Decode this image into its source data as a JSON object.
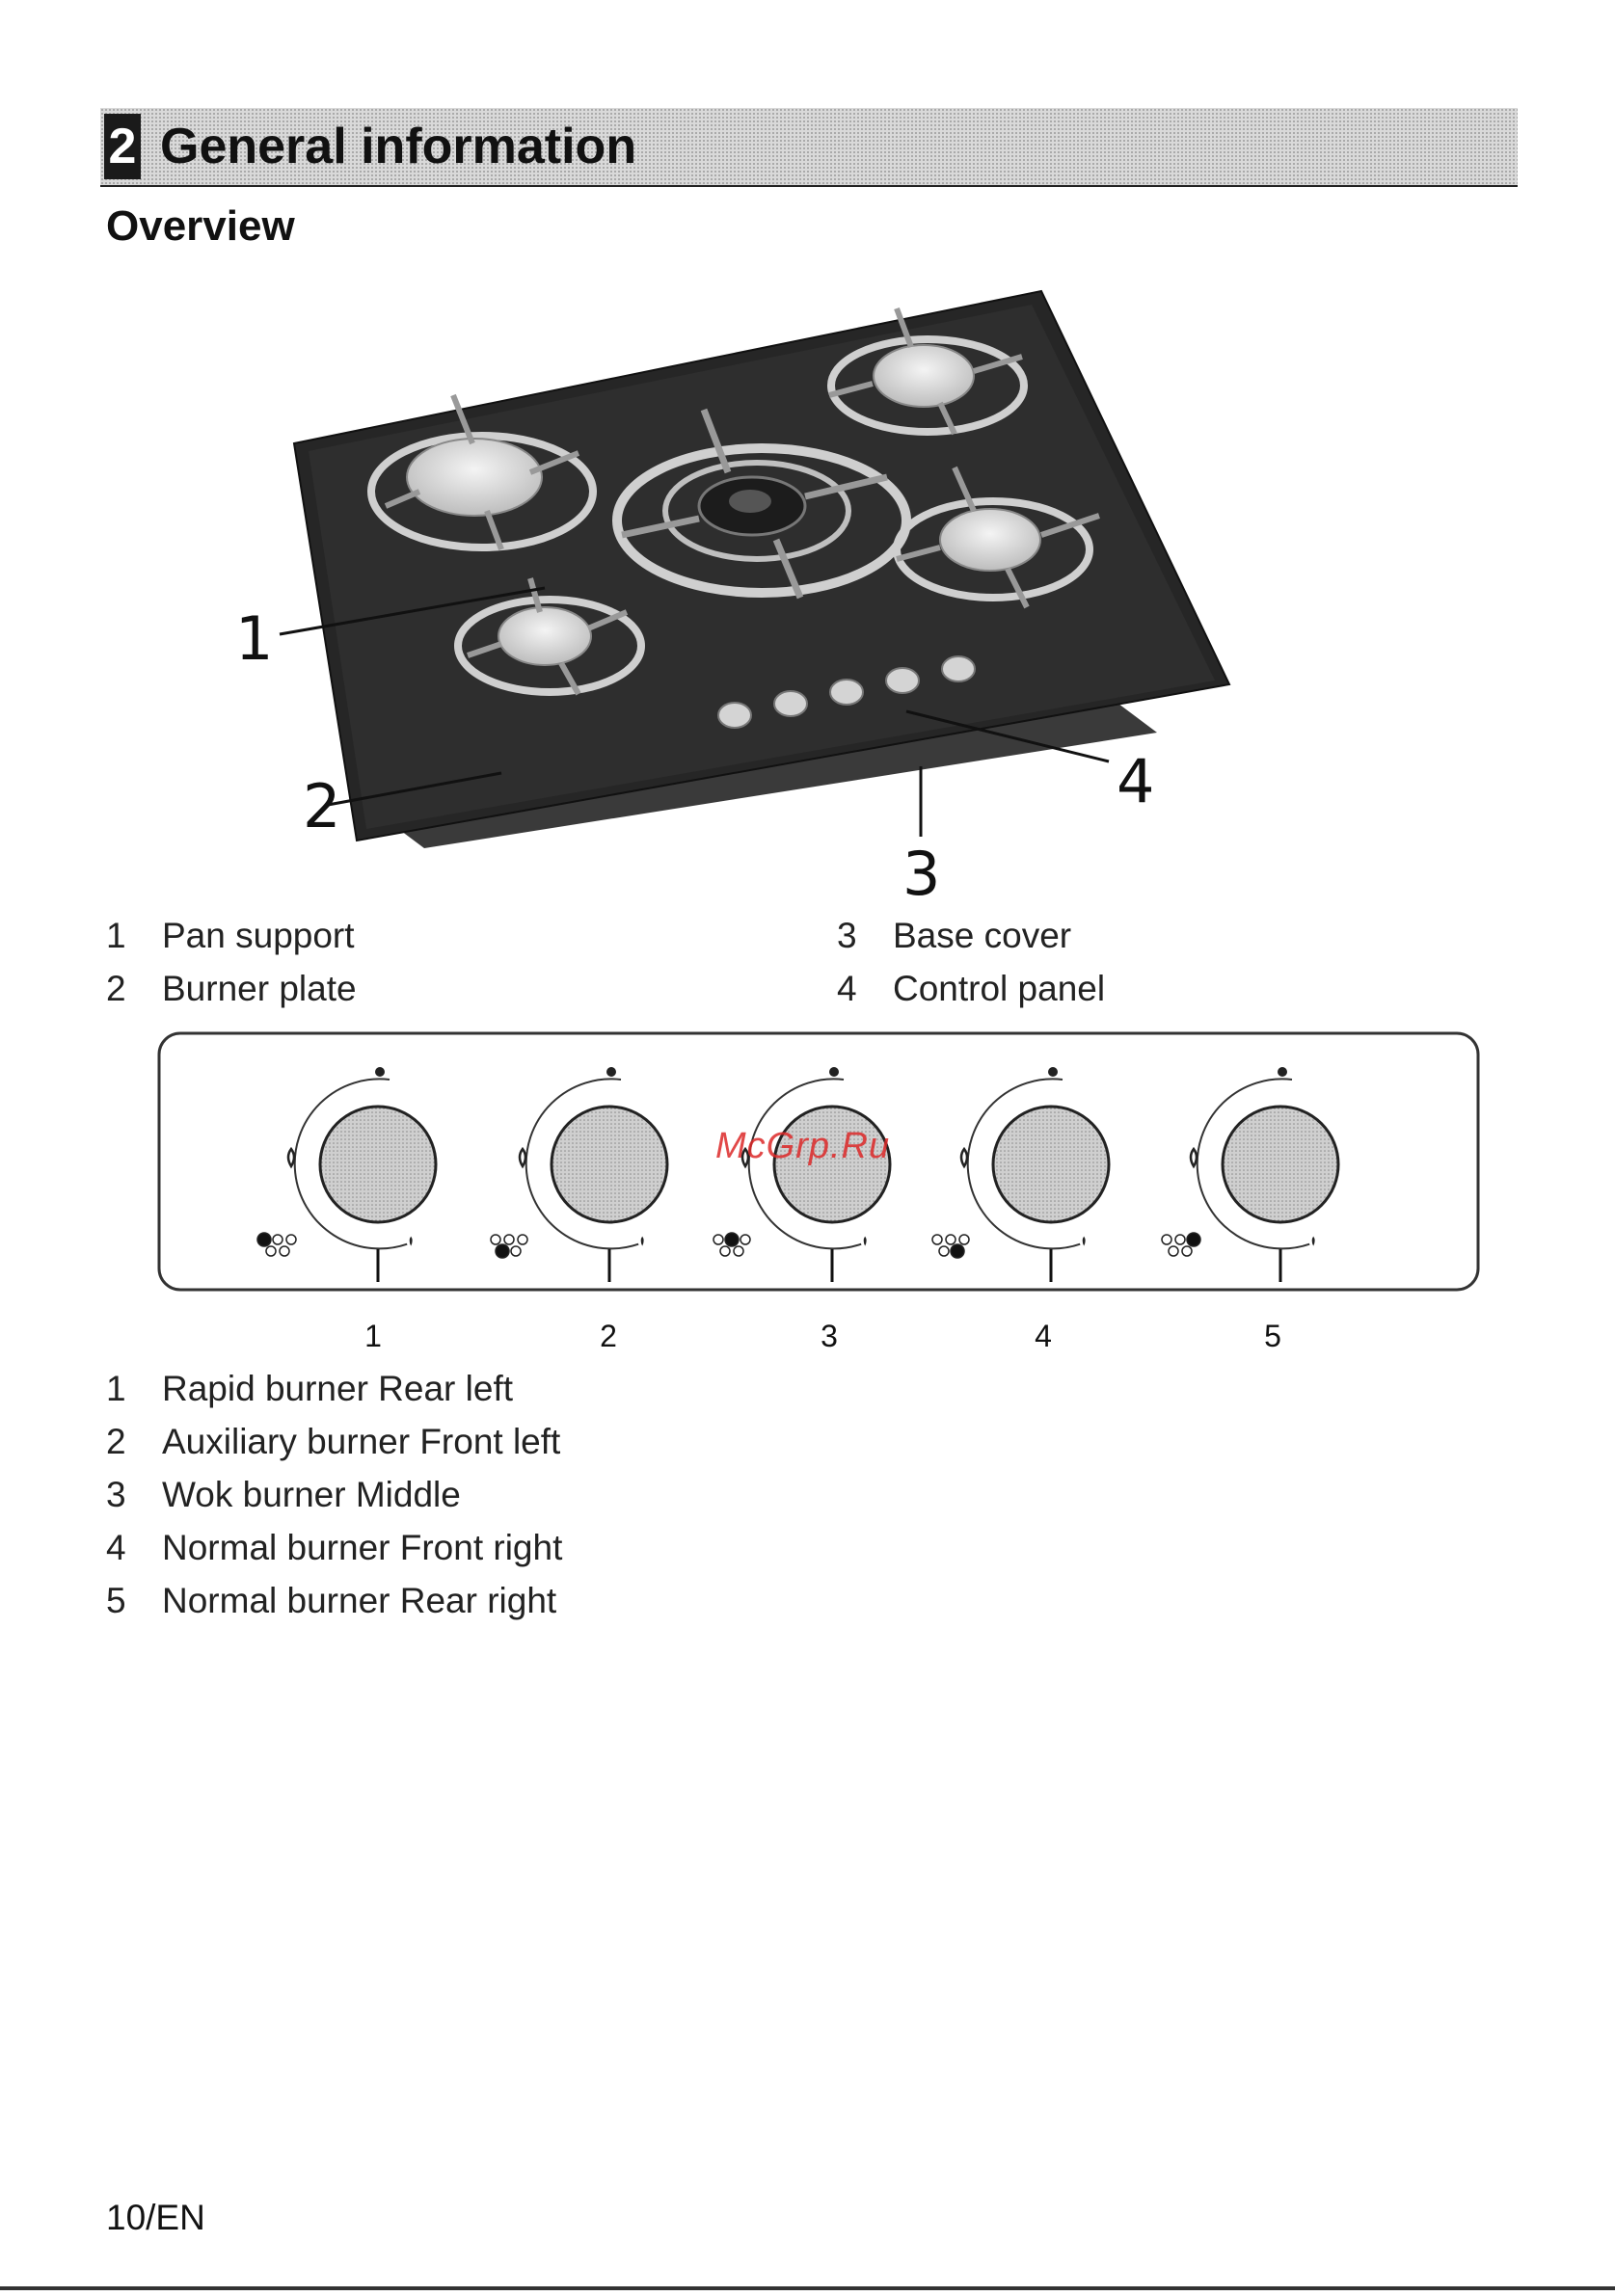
{
  "section": {
    "number": "2",
    "title": "General information"
  },
  "subtitle": "Overview",
  "callouts": [
    "1",
    "2",
    "3",
    "4"
  ],
  "parts_legend": [
    {
      "num": "1",
      "text": "Pan support"
    },
    {
      "num": "2",
      "text": "Burner plate"
    },
    {
      "num": "3",
      "text": "Base cover"
    },
    {
      "num": "4",
      "text": "Control panel"
    }
  ],
  "knob_numbers": [
    "1",
    "2",
    "3",
    "4",
    "5"
  ],
  "watermark": "McGrp.Ru",
  "burners_legend": [
    {
      "num": "1",
      "text": "Rapid burner Rear left"
    },
    {
      "num": "2",
      "text": "Auxiliary burner Front left"
    },
    {
      "num": "3",
      "text": "Wok burner Middle"
    },
    {
      "num": "4",
      "text": "Normal burner Front right"
    },
    {
      "num": "5",
      "text": "Normal burner Rear right"
    }
  ],
  "footer": "10/EN"
}
